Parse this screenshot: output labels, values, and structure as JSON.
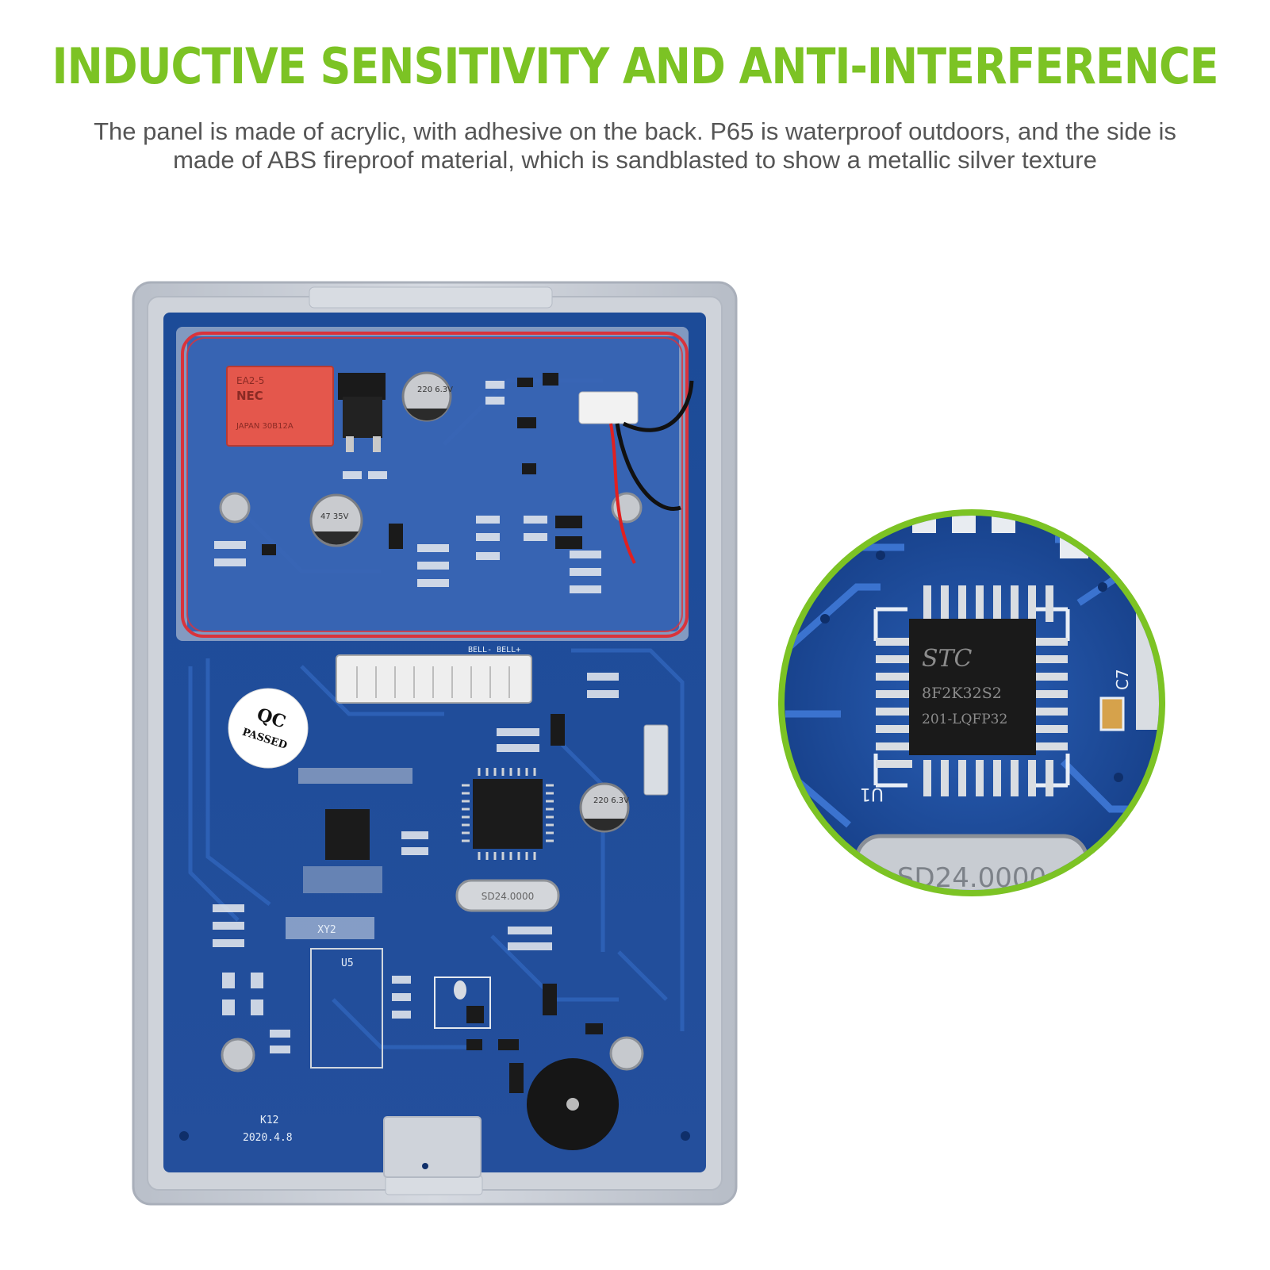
{
  "header": {
    "title": "INDUCTIVE SENSITIVITY AND ANTI-INTERFERENCE",
    "description": "The panel is made of acrylic, with adhesive on the back. P65 is waterproof outdoors, and the side is made of ABS fireproof material, which is sandblasted to show a metallic silver texture"
  },
  "board": {
    "model": "K12",
    "date": "2020.4.8",
    "qc_top": "QC",
    "qc_bottom": "PASSED",
    "relay_line1": "EA2-5",
    "relay_line2": "NEC",
    "relay_line3": "JAPAN 30B12A",
    "cap_top": "220 6.3V",
    "cap_left": "47 35V",
    "cap_mid": "220 6.3V",
    "crystal": "SD24.0000",
    "oscillator_label": "XY2",
    "u5_label": "U5",
    "bell_label": "BELL- BELL+"
  },
  "zoom": {
    "chip_brand": "STC",
    "chip_model": "8F2K32S2",
    "chip_package": "201-LQFP32",
    "ref_u1": "U1",
    "ref_c7": "C7",
    "crystal": "SD24.0000"
  },
  "colors": {
    "accent_green": "#7cc324",
    "pcb_blue": "#1f4f9e",
    "case_gray": "#c8cdd5",
    "coil_red": "#d9333b"
  }
}
